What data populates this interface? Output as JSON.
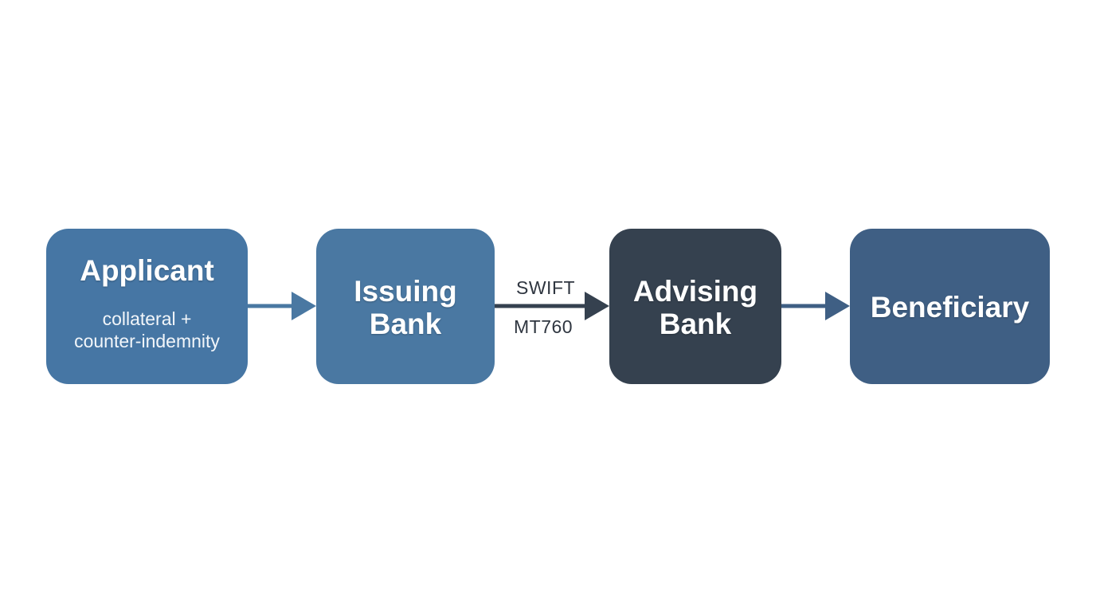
{
  "nodes": {
    "applicant": {
      "title": "Applicant",
      "subtitle": "collateral +\ncounter-indemnity",
      "color": "#4676a4"
    },
    "issuing_bank": {
      "title": "Issuing\nBank",
      "color": "#4a78a2"
    },
    "advising_bank": {
      "title": "Advising\nBank",
      "color": "#35414f"
    },
    "beneficiary": {
      "title": "Beneficiary",
      "color": "#3f5f84"
    }
  },
  "edges": {
    "issuing_to_advising": {
      "label_top": "SWIFT",
      "label_bottom": "MT760"
    }
  },
  "colors": {
    "arrow_blue": "#4a78a2",
    "arrow_dark": "#35414f"
  }
}
